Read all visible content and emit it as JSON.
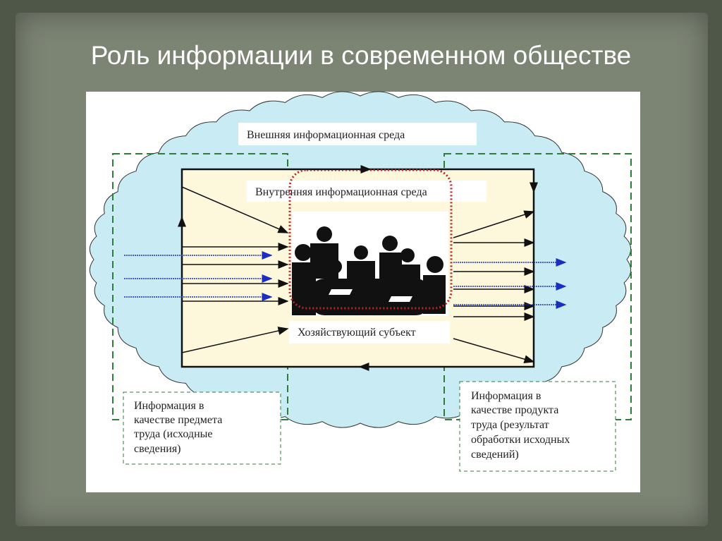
{
  "slide_title": "Роль информации в современном обществе",
  "diagram": {
    "outer_env_label": "Внешняя информационная среда",
    "inner_env_label": "Внутренняя информационная среда",
    "subject_label": "Хозяйствующий субъект",
    "input_box": [
      "Информация в",
      "качестве предмета",
      "труда (исходные",
      "сведения)"
    ],
    "output_box": [
      "Информация в",
      "качестве продукта",
      "труда (результат",
      "обработки исходных",
      "сведений)"
    ],
    "colors": {
      "cloud": "#c9ecf4",
      "inner": "#fdf8dc",
      "green_dash": "#2e7d3a",
      "red_dot": "#c0202a",
      "blue_arrow": "#1a2fc0"
    }
  }
}
